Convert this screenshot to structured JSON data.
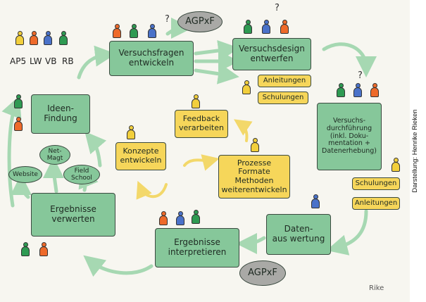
{
  "colors": {
    "green_box": "#86c79a",
    "yellow_box": "#f6d65a",
    "grey_oval": "#a9a9a6",
    "arrow": "#a6d8b2",
    "arrow_yellow": "#f3d86a",
    "figure_green": "#2e9a52",
    "figure_orange": "#ee6a2a",
    "figure_blue": "#4a72c9",
    "figure_yellow": "#f2cf3c"
  },
  "legend": {
    "roles": [
      "AP5",
      "LW",
      "VB",
      "RB"
    ]
  },
  "nodes": {
    "versuchsfragen": "Versuchsfragen\nentwickeln",
    "versuchsdesign": "Versuchsdesign\nentwerfen",
    "anleitungen_top": "Anleitungen",
    "schulungen_top": "Schulungen",
    "versuchsdurchfuehrung": "Versuchs-\ndurchführung\n(inkl. Doku-\nmentation +\nDatenerhebung)",
    "schulungen_right": "Schulungen",
    "anleitungen_right": "Anleitungen",
    "datenauswertung": "Daten-\naus wertung",
    "ergebnisse_interpretieren": "Ergebnisse\ninterpretieren",
    "ergebnisse_verwerten": "Ergebnisse\nverwerten",
    "ideenfindung": "Ideen-\nFindung",
    "feedback": "Feedback\nverarbeiten",
    "konzepte": "Konzepte\nentwickeln",
    "prozesse": "Prozesse\nFormate\nMethoden\nweiterentwickeln",
    "agpxf_top": "AGPxF",
    "agpxf_bottom": "AGPxF",
    "website": "Website",
    "netmagt": "Net-\nMagt",
    "fieldschool": "Field\nSchool"
  },
  "marks": {
    "question": "?"
  },
  "signature": "Rike",
  "credit": "Darstellung: Henrike Rieken"
}
